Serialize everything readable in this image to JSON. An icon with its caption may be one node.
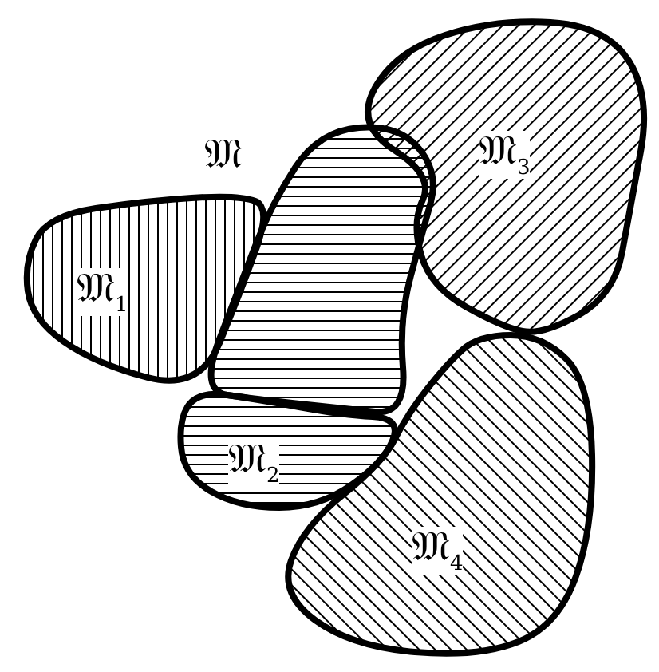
{
  "diagram": {
    "nodes": [
      {
        "text": [
          "𝔐"
        ]
      },
      {
        "text": [
          "𝔐$_{1}$"
        ]
      },
      {
        "text": [
          "𝔐$_{2}$"
        ]
      },
      {
        "text": [
          "𝔐$_{3}$"
        ]
      },
      {
        "text": [
          "𝔐$_{4}$"
        ]
      }
    ],
    "edges": []
  }
}
